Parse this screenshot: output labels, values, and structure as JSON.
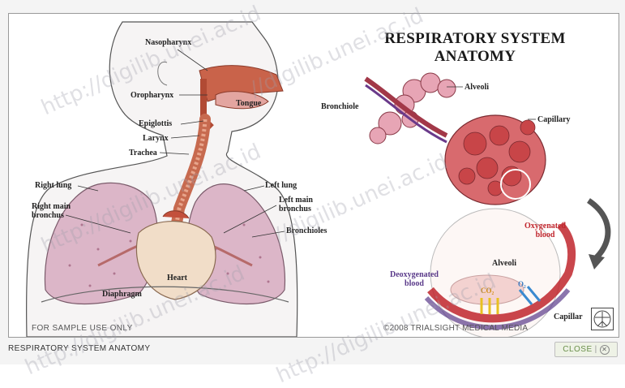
{
  "diagram": {
    "title_line1": "RESPIRATORY SYSTEM",
    "title_line2": "ANATOMY",
    "labels": {
      "nasopharynx": "Nasopharynx",
      "oropharynx": "Oropharynx",
      "tongue": "Tongue",
      "epiglottis": "Epiglottis",
      "larynx": "Larynx",
      "trachea": "Trachea",
      "right_lung": "Right lung",
      "left_lung": "Left lung",
      "right_main_bronchus_1": "Right main",
      "right_main_bronchus_2": "bronchus",
      "left_main_bronchus_1": "Left main",
      "left_main_bronchus_2": "bronchus",
      "bronchioles": "Bronchioles",
      "heart": "Heart",
      "diaphragm": "Diaphragm",
      "bronchiole": "Bronchiole",
      "alveoli_top": "Alveoli",
      "capillary": "Capillary",
      "oxygenated_1": "Oxygenated",
      "oxygenated_2": "blood",
      "deoxygenated_1": "Deoxygenated",
      "deoxygenated_2": "blood",
      "alveoli_bottom": "Alveoli",
      "co2": "CO₂",
      "o2": "O₂",
      "capillary_bottom": "Capillar"
    },
    "footer_left": "FOR SAMPLE USE ONLY",
    "footer_right": "©2008 TRIALSIGHT MEDICAL MEDIA"
  },
  "viewer": {
    "caption": "RESPIRATORY SYSTEM ANATOMY",
    "close_label": "CLOSE",
    "close_icon": "close-circle-icon"
  },
  "watermarks": [
    "http://digilib.unei.ac.id",
    "//digilib.unei.ac.id",
    "http://digilib.unei.ac.id",
    "//digilib.unei.ac.id",
    "http://digilib.unei.ac.id",
    "http://digilib.unei.ac.id"
  ],
  "colors": {
    "lung": "#dcb6c8",
    "airway": "#c55a3e",
    "skin": "#f3f0f0",
    "oxygenated": "#c0262d",
    "deoxygenated": "#5a3a8a",
    "close_text": "#6a8f4a"
  }
}
